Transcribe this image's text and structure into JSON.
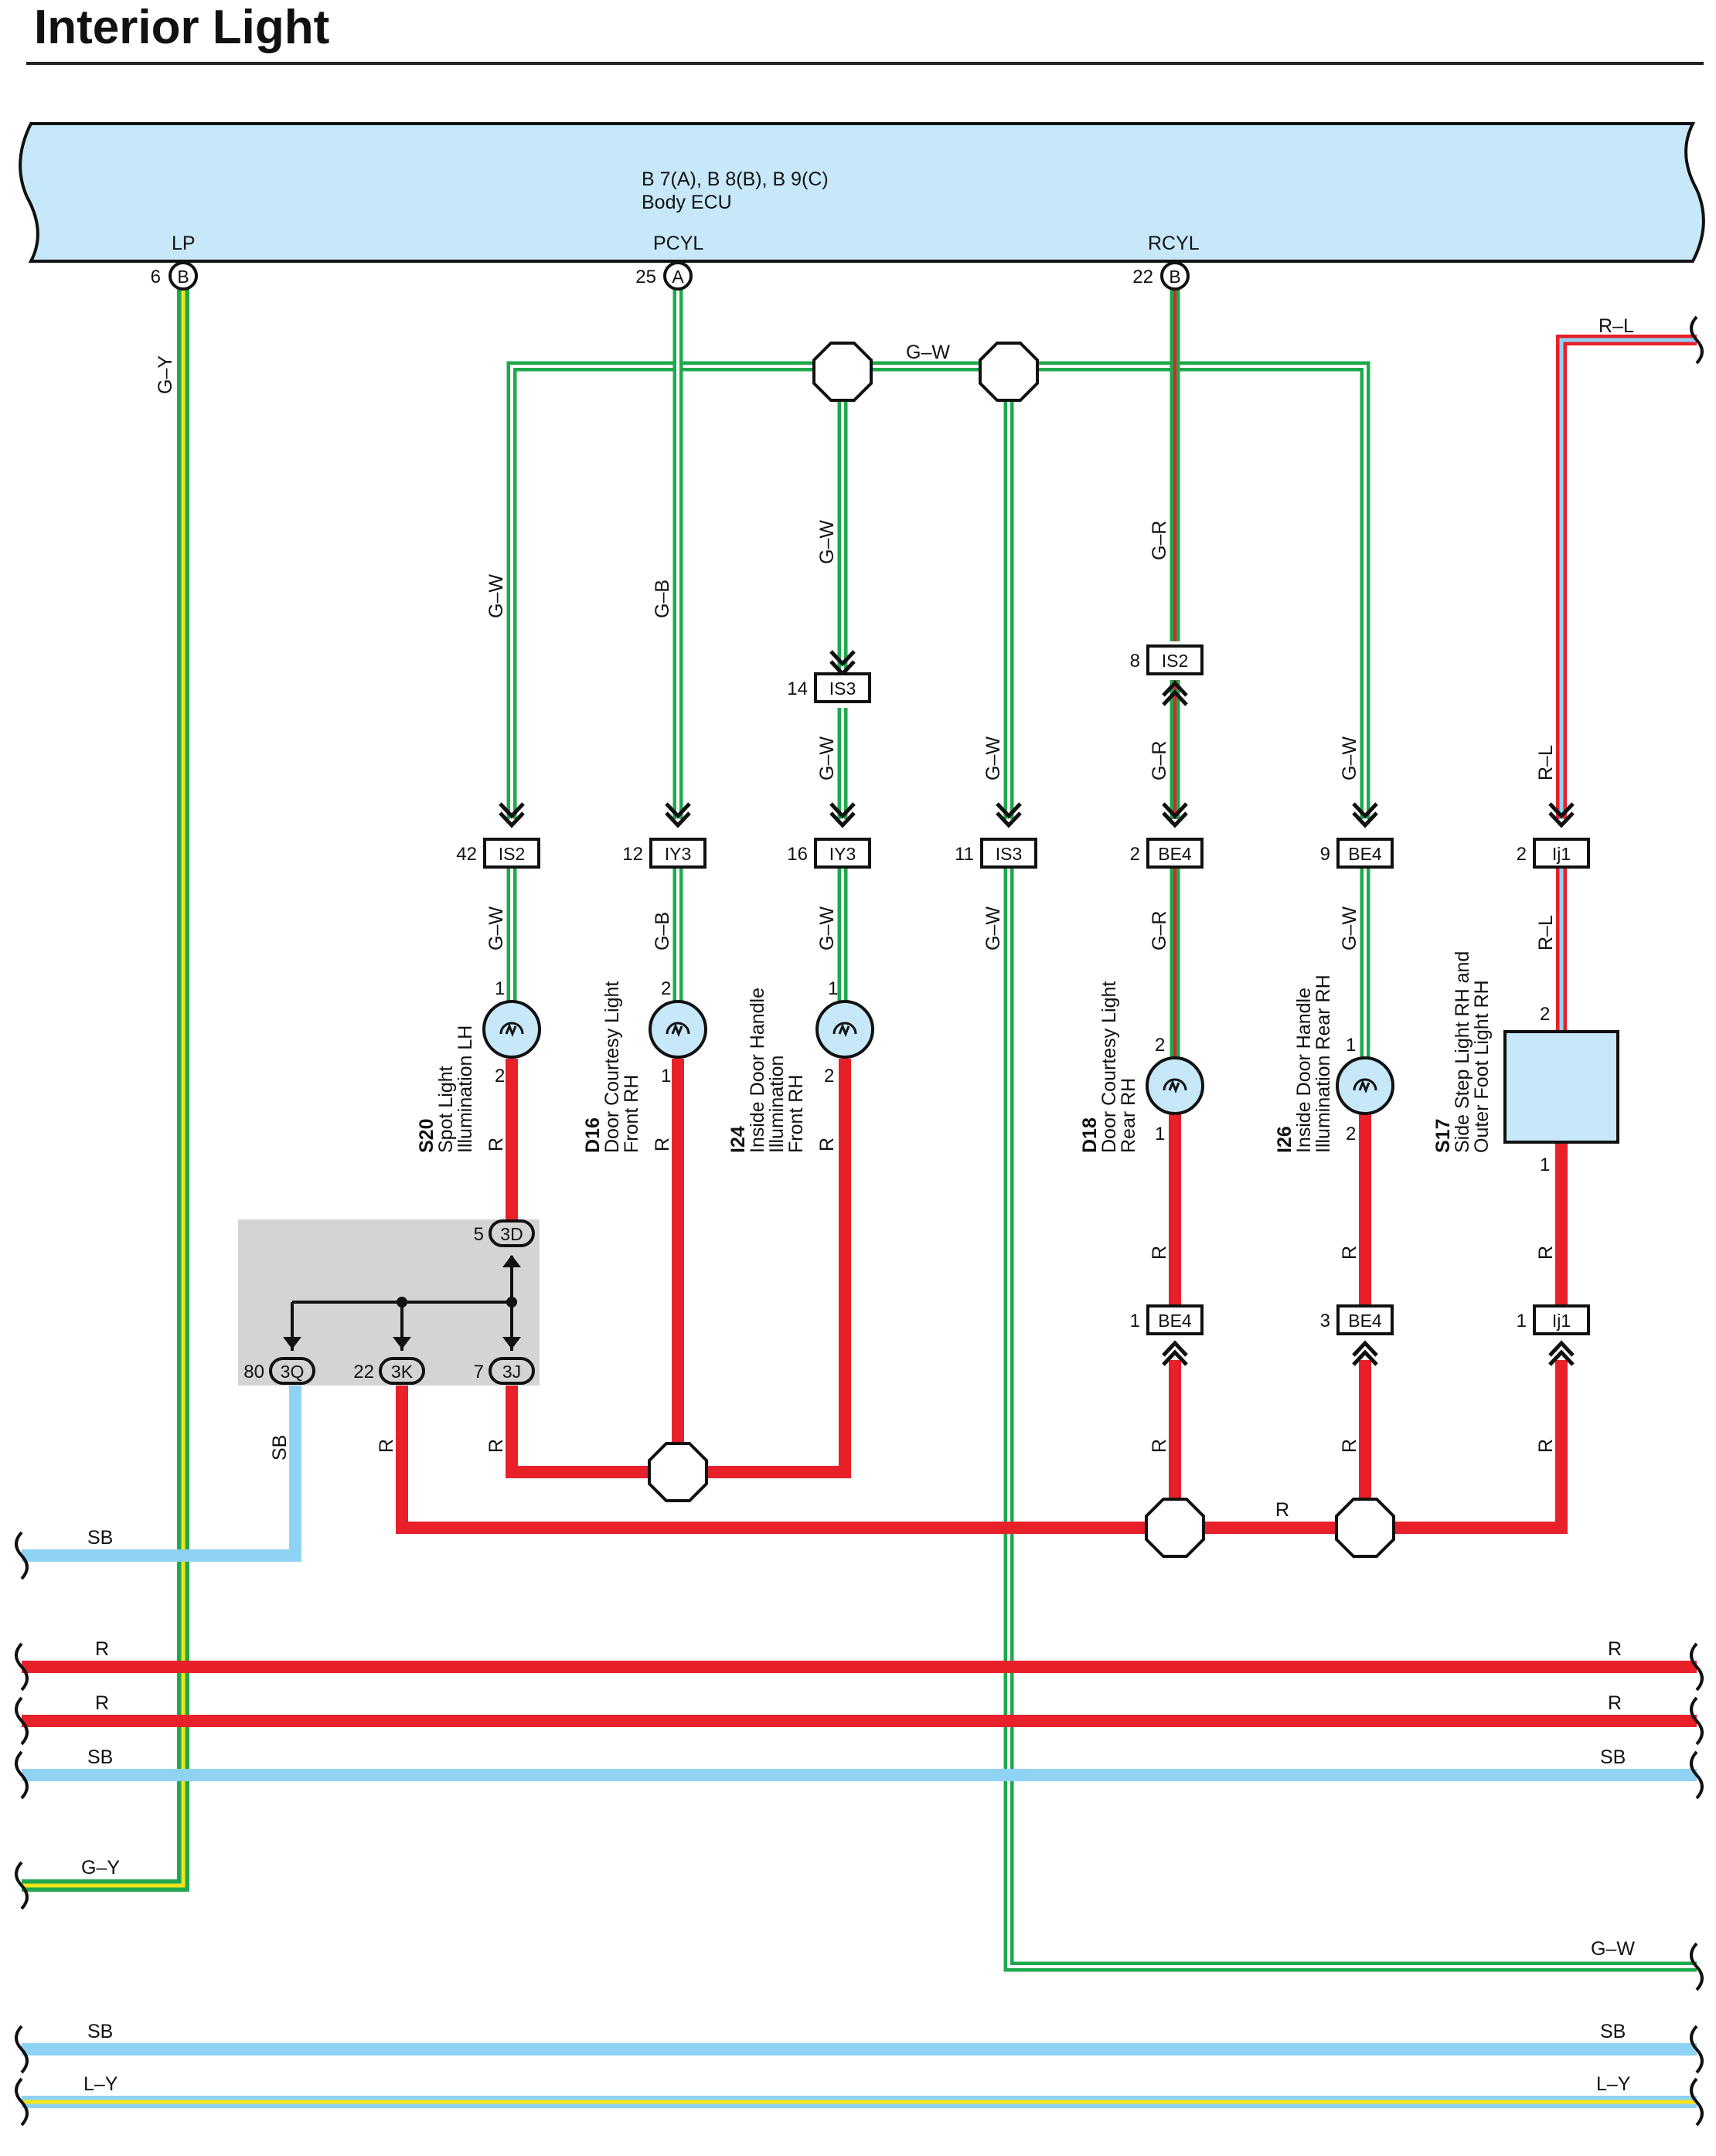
{
  "title": "Interior Light",
  "ecu": {
    "codes": "B 7(A), B 8(B), B 9(C)",
    "name": "Body ECU",
    "terminals": [
      {
        "signal": "LP",
        "pin": "6",
        "connector": "B"
      },
      {
        "signal": "PCYL",
        "pin": "25",
        "connector": "A"
      },
      {
        "signal": "RCYL",
        "pin": "22",
        "connector": "B"
      }
    ]
  },
  "wire_colors": {
    "G-Y": "G–Y",
    "G-W": "G–W",
    "G-B": "G–B",
    "G-R": "G–R",
    "R-L": "R–L",
    "R": "R",
    "SB": "SB",
    "L-Y": "L–Y"
  },
  "colors": {
    "green": "#1fa84d",
    "red": "#e8202a",
    "lightblue": "#8fd3f4",
    "yellow": "#f4e21a",
    "ecu_fill": "#c6e8f8",
    "jb_fill": "#d4d4d6"
  },
  "connectors": {
    "is2_top": {
      "pin": "8",
      "name": "IS2"
    },
    "is3_top": {
      "pin": "14",
      "name": "IS3"
    },
    "is2": {
      "pin": "42",
      "name": "IS2"
    },
    "iy3a": {
      "pin": "12",
      "name": "IY3"
    },
    "iy3b": {
      "pin": "16",
      "name": "IY3"
    },
    "is3": {
      "pin": "11",
      "name": "IS3"
    },
    "be4a": {
      "pin": "2",
      "name": "BE4"
    },
    "be4b": {
      "pin": "9",
      "name": "BE4"
    },
    "ij1": {
      "pin": "2",
      "name": "Ij1"
    },
    "be4c": {
      "pin": "1",
      "name": "BE4"
    },
    "be4d": {
      "pin": "3",
      "name": "BE4"
    },
    "ij1b": {
      "pin": "1",
      "name": "Ij1"
    }
  },
  "junction_block": [
    {
      "pin": "5",
      "name": "3D"
    },
    {
      "pin": "80",
      "name": "3Q"
    },
    {
      "pin": "22",
      "name": "3K"
    },
    {
      "pin": "7",
      "name": "3J"
    }
  ],
  "components": [
    {
      "code": "S20",
      "line1": "Spot Light",
      "line2": "Illumination LH",
      "line3": "",
      "pin_top": "1",
      "pin_bottom": "2"
    },
    {
      "code": "D16",
      "line1": "Door Courtesy Light",
      "line2": "Front RH",
      "line3": "",
      "pin_top": "2",
      "pin_bottom": "1"
    },
    {
      "code": "I24",
      "line1": "Inside Door Handle",
      "line2": "Illumination",
      "line3": "Front RH",
      "pin_top": "1",
      "pin_bottom": "2"
    },
    {
      "code": "D18",
      "line1": "Door Courtesy Light",
      "line2": "Rear RH",
      "line3": "",
      "pin_top": "2",
      "pin_bottom": "1"
    },
    {
      "code": "I26",
      "line1": "Inside Door Handle",
      "line2": "Illumination Rear RH",
      "line3": "",
      "pin_top": "1",
      "pin_bottom": "2"
    },
    {
      "code": "S17",
      "line1": "Side Step Light RH and",
      "line2": "Outer Foot Light RH",
      "line3": "",
      "pin_top": "2",
      "pin_bottom": "1"
    }
  ]
}
